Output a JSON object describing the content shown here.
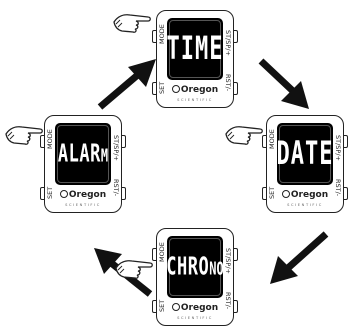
{
  "diagram": {
    "watches": [
      {
        "id": "time",
        "display": "TIME",
        "display_suffix": "",
        "brand": "Oregon",
        "brand_sub": "SCIENTIFIC",
        "labels": {
          "mode": "MODE",
          "set": "SET",
          "st_sp": "ST/SP/+",
          "rst": "RST/-"
        }
      },
      {
        "id": "date",
        "display": "DATE",
        "display_suffix": "",
        "brand": "Oregon",
        "brand_sub": "SCIENTIFIC",
        "labels": {
          "mode": "MODE",
          "set": "SET",
          "st_sp": "ST/SP/+",
          "rst": "RST/-"
        }
      },
      {
        "id": "chrono",
        "display": "CHRO",
        "display_suffix": "NO",
        "brand": "Oregon",
        "brand_sub": "SCIENTIFIC",
        "labels": {
          "mode": "MODE",
          "set": "SET",
          "st_sp": "ST/SP/+",
          "rst": "RST/-"
        }
      },
      {
        "id": "alarm",
        "display": "ALAR",
        "display_suffix": "M",
        "brand": "Oregon",
        "brand_sub": "SCIENTIFIC",
        "labels": {
          "mode": "MODE",
          "set": "SET",
          "st_sp": "ST/SP/+",
          "rst": "RST/-"
        }
      }
    ],
    "arrows": [
      {
        "id": "time-to-date",
        "icon": "arrow-down-right-icon"
      },
      {
        "id": "date-to-chrono",
        "icon": "arrow-down-left-icon"
      },
      {
        "id": "chrono-to-alarm",
        "icon": "arrow-up-left-icon"
      },
      {
        "id": "alarm-to-time",
        "icon": "arrow-up-right-icon"
      }
    ],
    "hand_icon": "pointing-hand-icon"
  }
}
